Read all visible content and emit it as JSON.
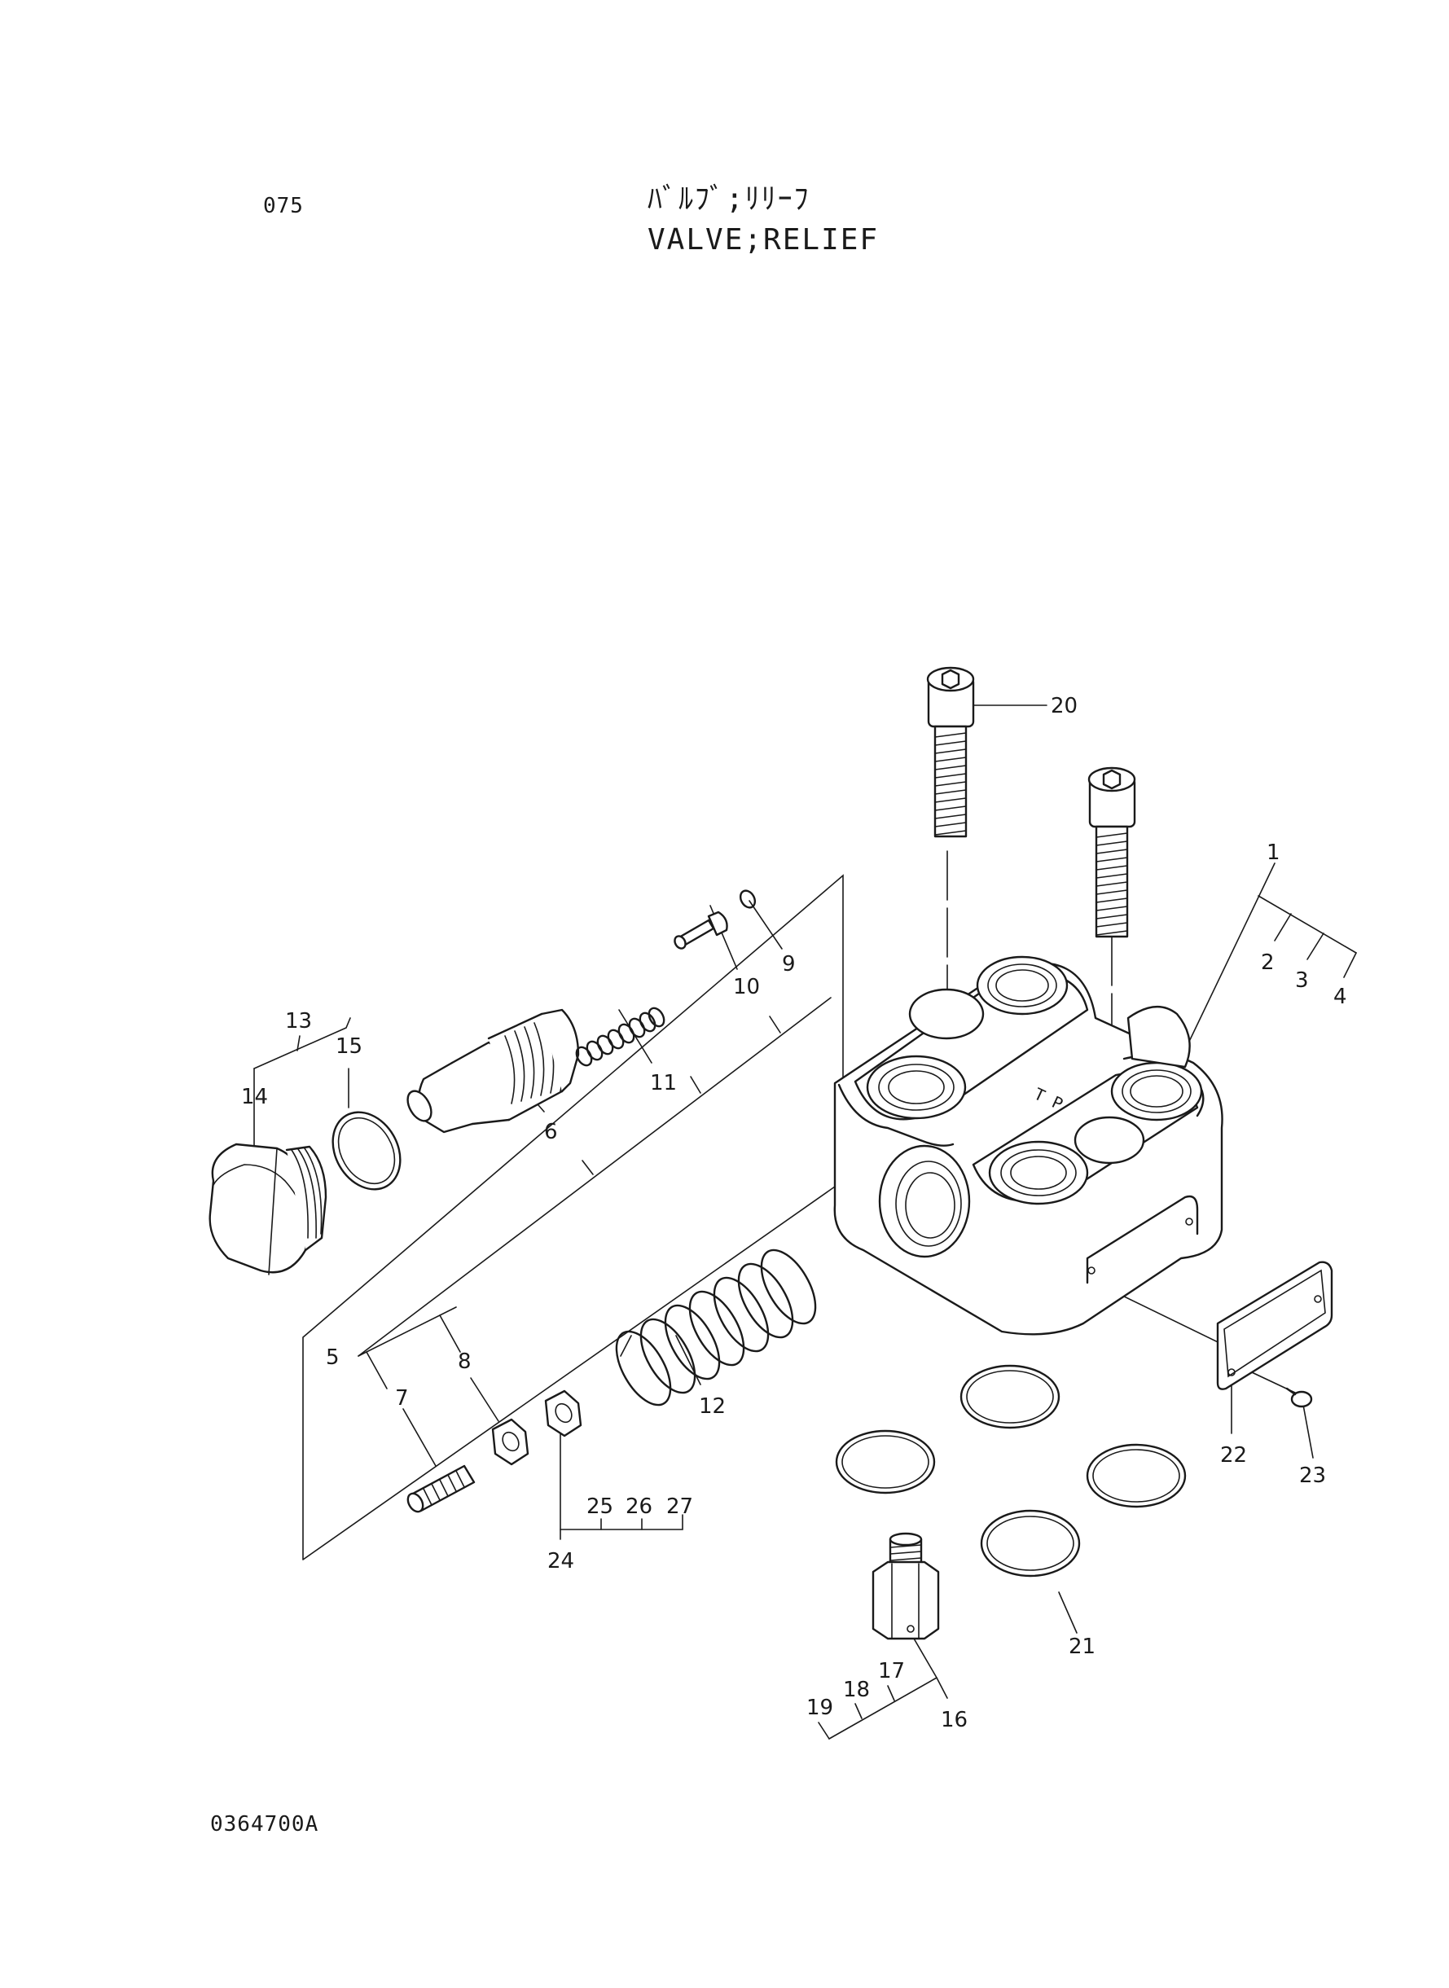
{
  "header": {
    "page_number": "075",
    "title_jp": "ﾊﾞﾙﾌﾞ;ﾘﾘｰﾌ",
    "title_en": "VALVE;RELIEF"
  },
  "footer": {
    "drawing_number": "0364700A"
  },
  "callouts": [
    "1",
    "2",
    "3",
    "4",
    "5",
    "6",
    "7",
    "8",
    "9",
    "10",
    "11",
    "12",
    "13",
    "14",
    "15",
    "16",
    "17",
    "18",
    "19",
    "20",
    "21",
    "22",
    "23",
    "24",
    "25",
    "26",
    "27"
  ],
  "body_marking": "T P",
  "colors": {
    "ink": "#1a1a1a",
    "paper": "#ffffff"
  }
}
